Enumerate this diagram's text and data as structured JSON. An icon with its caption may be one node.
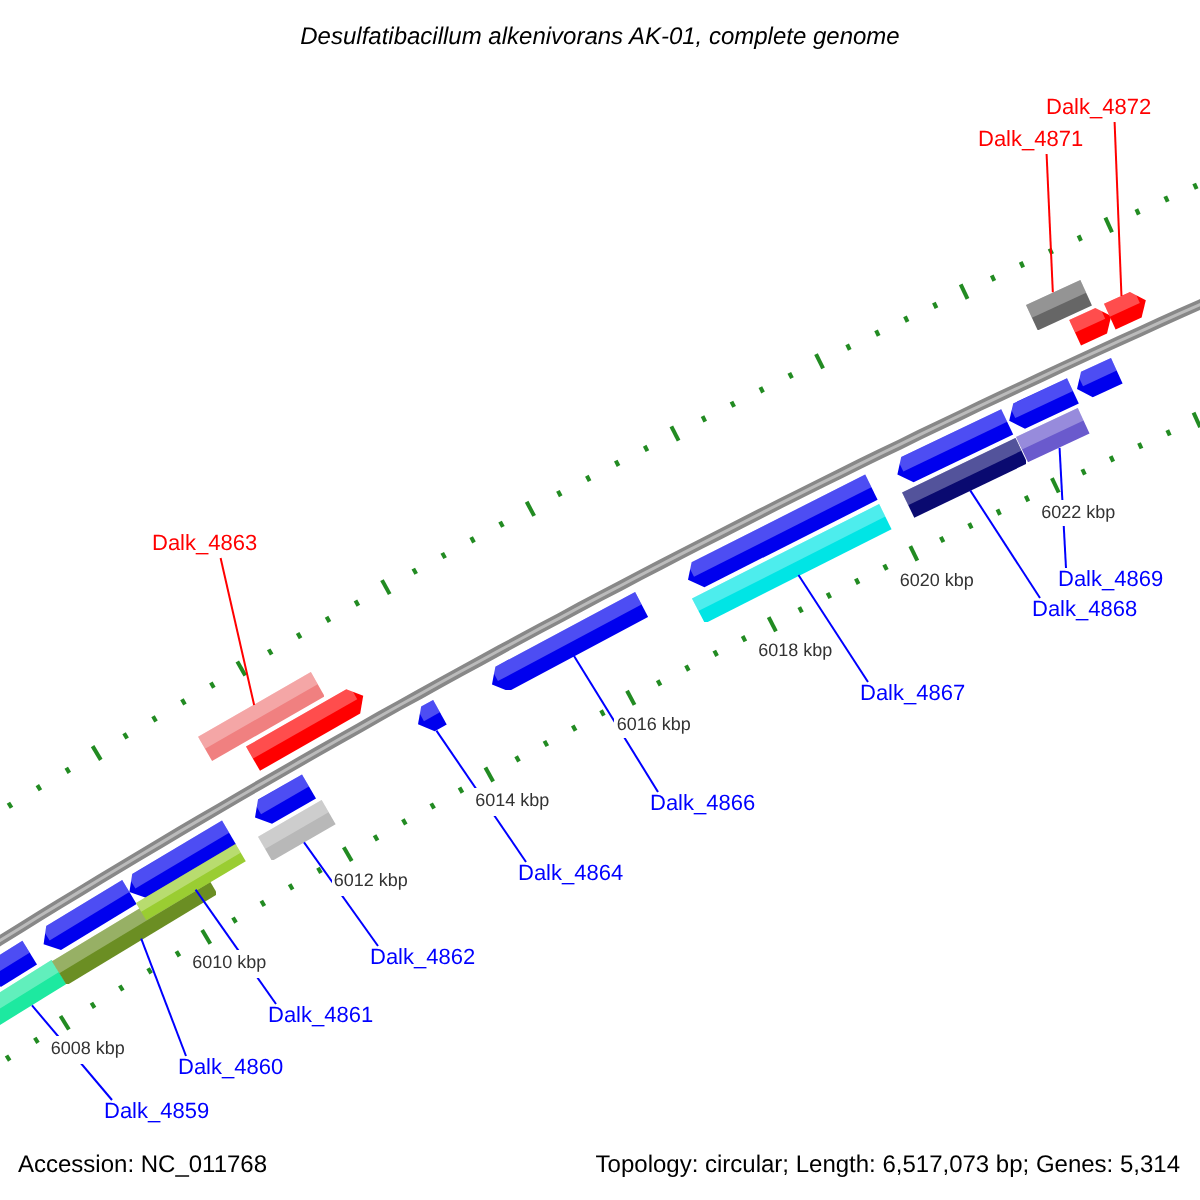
{
  "diagram": {
    "title": "Desulfatibacillum alkenivorans AK-01, complete genome",
    "nodes": [
      {
        "text": [
          "Dalk_4872"
        ]
      },
      {
        "text": [
          "Dalk_4871"
        ]
      },
      {
        "text": [
          "Dalk_4863"
        ]
      },
      {
        "text": [
          "Dalk_4869"
        ]
      },
      {
        "text": [
          "Dalk_4868"
        ]
      },
      {
        "text": [
          "Dalk_4867"
        ]
      },
      {
        "text": [
          "Dalk_4866"
        ]
      },
      {
        "text": [
          "Dalk_4864"
        ]
      },
      {
        "text": [
          "Dalk_4862"
        ]
      },
      {
        "text": [
          "Dalk_4861"
        ]
      },
      {
        "text": [
          "Dalk_4860"
        ]
      },
      {
        "text": [
          "Dalk_4859"
        ]
      },
      {
        "text": [],
        "shape": "bar"
      },
      {
        "text": [],
        "shape": "bar"
      },
      {
        "text": [],
        "shape": "bar"
      },
      {
        "text": [],
        "shape": "bar"
      },
      {
        "text": [],
        "shape": "bar"
      },
      {
        "text": [],
        "shape": "bar"
      },
      {
        "text": [],
        "shape": "bar"
      },
      {
        "text": [],
        "shape": "bar"
      },
      {
        "text": [],
        "shape": "bar"
      },
      {
        "text": [],
        "shape": "bar"
      },
      {
        "text": [],
        "shape": "bar"
      },
      {
        "text": [],
        "shape": "bar"
      }
    ],
    "edges": [
      {
        "from": 0,
        "to": 23,
        "arrow": "none",
        "color": "#ff0000"
      },
      {
        "from": 1,
        "to": 22,
        "arrow": "none",
        "color": "#ff0000"
      },
      {
        "from": 2,
        "to": 16,
        "arrow": "none",
        "color": "#ff0000"
      },
      {
        "from": 3,
        "to": 21,
        "arrow": "none"
      },
      {
        "from": 4,
        "to": 20,
        "arrow": "none"
      },
      {
        "from": 5,
        "to": 19,
        "arrow": "none"
      },
      {
        "from": 6,
        "to": 18,
        "arrow": "none"
      },
      {
        "from": 7,
        "to": 17,
        "arrow": "none"
      },
      {
        "from": 8,
        "to": 15,
        "arrow": "none"
      },
      {
        "from": 9,
        "to": 14,
        "arrow": "none"
      },
      {
        "from": 10,
        "to": 13,
        "arrow": "none"
      },
      {
        "from": 11,
        "to": 12,
        "arrow": "none"
      }
    ],
    "labels": [
      "6022 kbp",
      "6020 kbp",
      "6018 kbp",
      "6016 kbp",
      "6014 kbp",
      "6012 kbp",
      "6010 kbp",
      "6008 kbp",
      "Accession: NC_011768",
      "Topology: circular; Length: 6,517,073 bp; Genes: 5,314"
    ]
  }
}
